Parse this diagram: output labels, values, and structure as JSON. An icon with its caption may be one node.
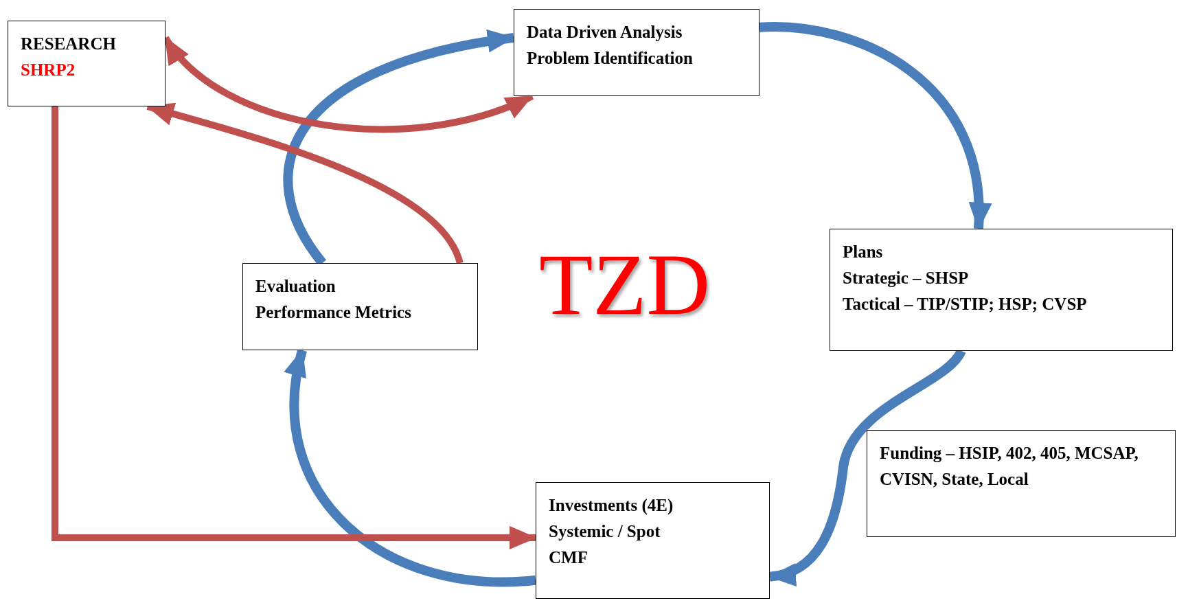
{
  "diagram": {
    "nodes": [
      {
        "text": [
          "RESEARCH",
          "SHRP2"
        ]
      },
      {
        "text": [
          "Data Driven Analysis",
          "Problem Identification"
        ]
      },
      {
        "text": [
          "Plans",
          "Strategic – SHSP",
          "Tactical – TIP/STIP; HSP; CVSP"
        ]
      },
      {
        "text": [
          "Evaluation",
          "Performance Metrics"
        ]
      },
      {
        "text": [
          "Funding – HSIP, 402, 405, MCSAP, CVISN, State, Local"
        ]
      },
      {
        "text": [
          "Investments (4E)",
          "Systemic / Spot",
          "CMF"
        ]
      }
    ],
    "edges": [
      {
        "from": 3,
        "to": 1,
        "arrow": "to"
      },
      {
        "from": 1,
        "to": 2,
        "arrow": "to"
      },
      {
        "from": 2,
        "to": 5,
        "arrow": "to"
      },
      {
        "from": 5,
        "to": 3,
        "arrow": "to"
      },
      {
        "from": 0,
        "to": 5,
        "arrow": "to",
        "color": "#c0504d"
      },
      {
        "from": 0,
        "to": 1,
        "arrow": "both",
        "color": "#c0504d"
      },
      {
        "from": 3,
        "to": 0,
        "arrow": "to",
        "color": "#c0504d"
      }
    ],
    "labels": [
      "TZD"
    ]
  }
}
